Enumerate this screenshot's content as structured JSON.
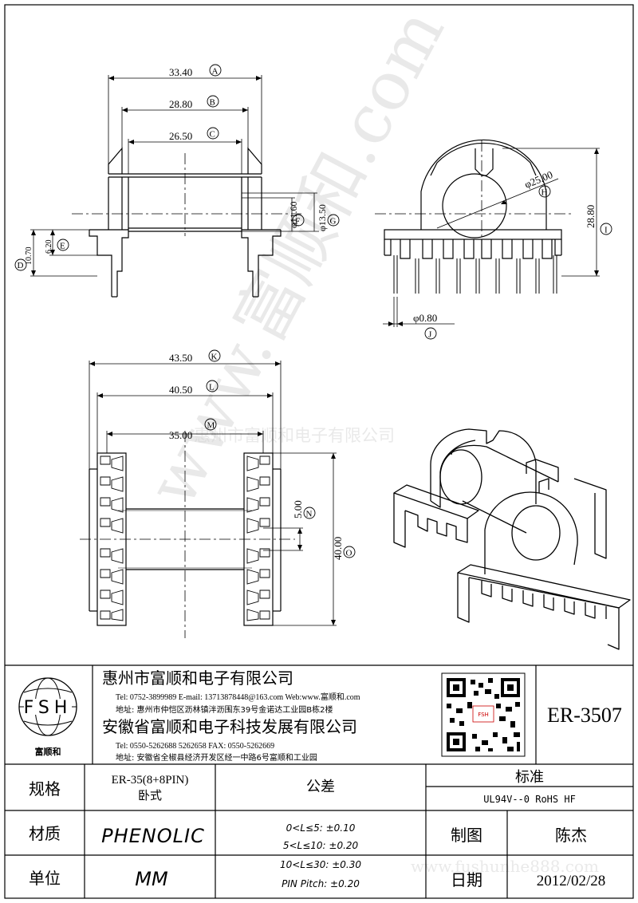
{
  "dimensions": {
    "A": {
      "letter": "A",
      "value": "33.40"
    },
    "B": {
      "letter": "B",
      "value": "28.80"
    },
    "C": {
      "letter": "C",
      "value": "26.50"
    },
    "D": {
      "letter": "D",
      "value": "10.70"
    },
    "E": {
      "letter": "E",
      "value": "6.20"
    },
    "F": {
      "letter": "F",
      "value": "φ11.60"
    },
    "G": {
      "letter": "G",
      "value": "φ13.50"
    },
    "H": {
      "letter": "H",
      "value": "φ25.00"
    },
    "I": {
      "letter": "I",
      "value": "28.80"
    },
    "J": {
      "letter": "J",
      "value": "φ0.80"
    },
    "K": {
      "letter": "K",
      "value": "43.50"
    },
    "L": {
      "letter": "L",
      "value": "40.50"
    },
    "M": {
      "letter": "M",
      "value": "35.00"
    },
    "N": {
      "letter": "N",
      "value": "5.00"
    },
    "O": {
      "letter": "O",
      "value": "40.00"
    }
  },
  "watermark": {
    "diagonal": "www.富顺和.com",
    "center": "惠州市富顺和电子有限公司",
    "bottom": "www.fushunhe888.com"
  },
  "title_block": {
    "logo_text": "FSH",
    "logo_caption": "富顺和",
    "company1": {
      "name": "惠州市富顺和电子有限公司",
      "contact": "Tel:  0752-3899989  E-mail: 13713878448@163.com  Web:www.富顺和.com",
      "address": "地址: 惠州市仲恺区沥林镇泮沥围东39号金诺达工业园B栋2楼"
    },
    "company2": {
      "name": "安徽省富顺和电子科技发展有限公司",
      "contact": "Tel:  0550-5262688  5262658       FAX: 0550-5262669",
      "address": "地址: 安徽省全椒县经济开发区经一中路6号富顺和工业园"
    },
    "qr_caption": "FSH",
    "part_number": "ER-3507",
    "spec_label": "规格",
    "spec_value_1": "ER-35(8+8PIN)",
    "spec_value_2": "卧式",
    "tolerance_label": "公差",
    "tolerance_lines": [
      "0<L≤5: ±0.10",
      "5<L≤10: ±0.20",
      "10<L≤30: ±0.30",
      "PIN Pitch: ±0.20"
    ],
    "standard_label": "标准",
    "standard_value": "UL94V--0  RoHS HF",
    "material_label": "材质",
    "material_value": "PHENOLIC",
    "drawn_label": "制图",
    "drawn_value": "陈杰",
    "unit_label": "单位",
    "unit_value": "MM",
    "date_label": "日期",
    "date_value": "2012/02/28"
  }
}
